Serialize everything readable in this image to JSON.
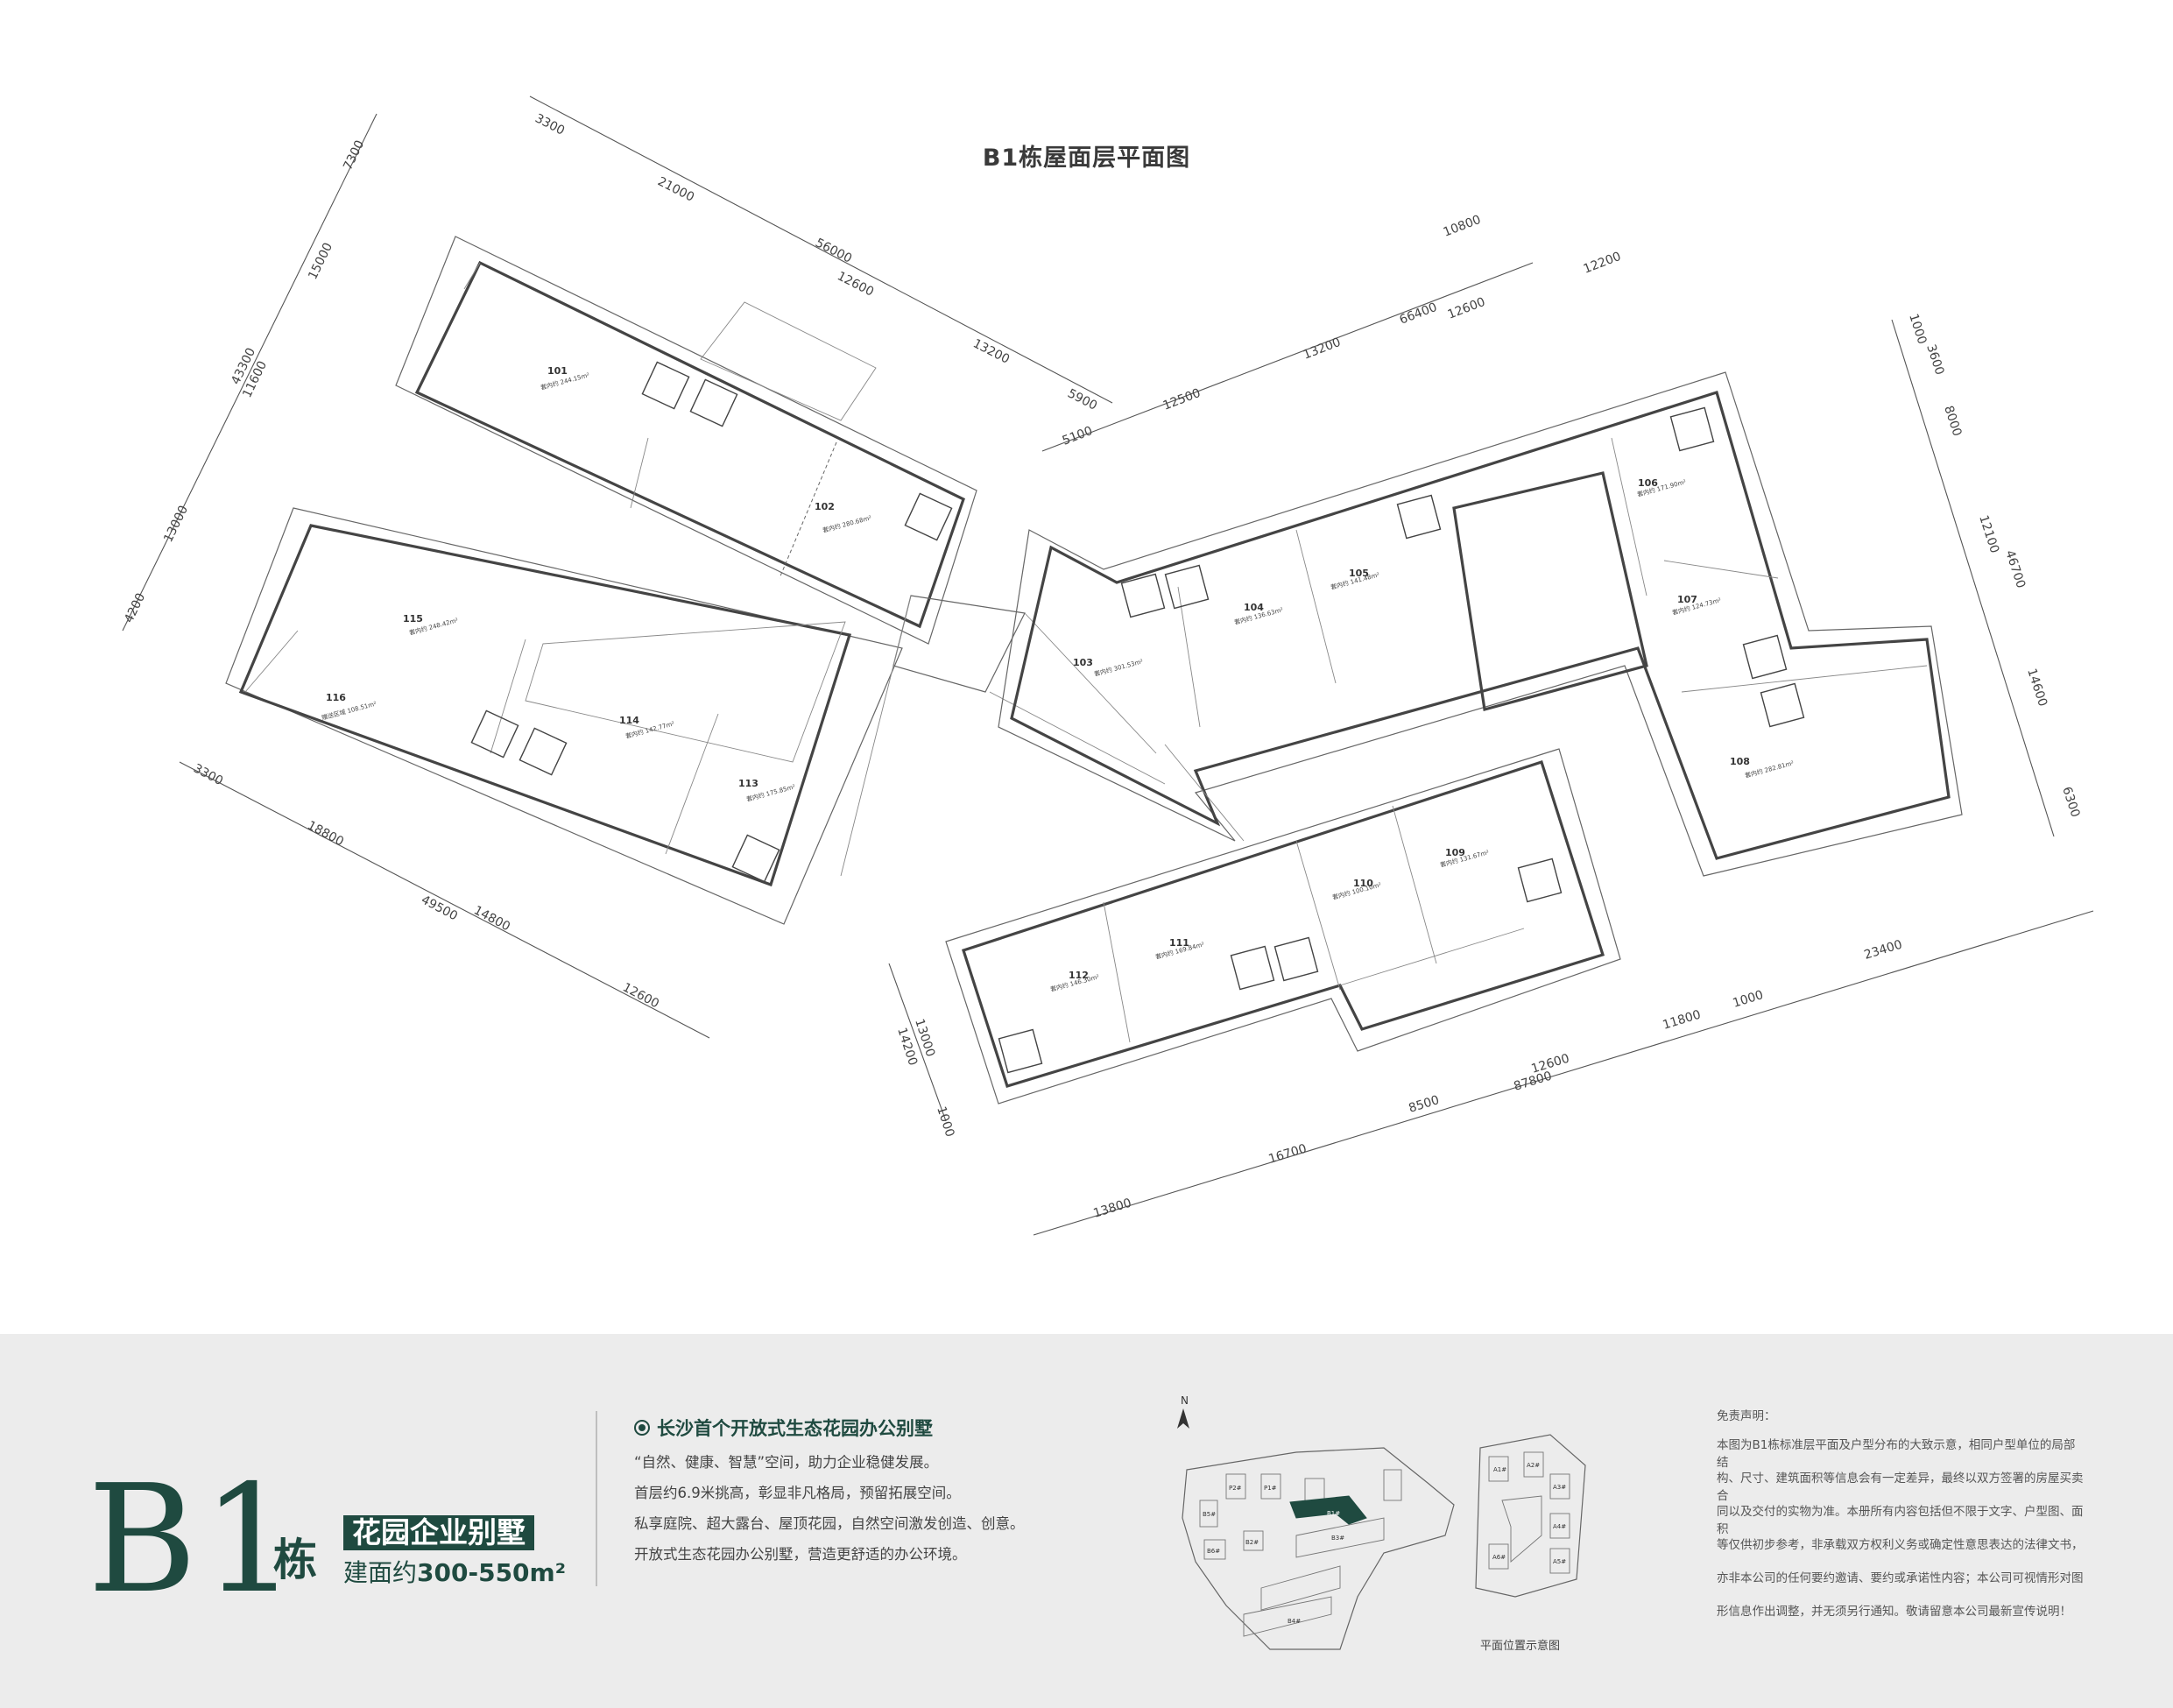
{
  "plan": {
    "title": "B1栋屋面层平面图",
    "rooms": [
      {
        "num": "101",
        "area": "套内约 244.15m²"
      },
      {
        "num": "102",
        "area": "套内约 280.68m²"
      },
      {
        "num": "103",
        "area": "套内约 301.53m²"
      },
      {
        "num": "104",
        "area": "套内约 136.63m²"
      },
      {
        "num": "105",
        "area": "套内约 141.48m²"
      },
      {
        "num": "106",
        "area": "套内约 171.90m²"
      },
      {
        "num": "107",
        "area": "套内约 124.73m²"
      },
      {
        "num": "108",
        "area": "套内约 282.81m²"
      },
      {
        "num": "109",
        "area": "套内约 131.67m²"
      },
      {
        "num": "110",
        "area": "套内约 100.10m²"
      },
      {
        "num": "111",
        "area": "套内约 169.84m²"
      },
      {
        "num": "112",
        "area": "套内约 146.30m²"
      },
      {
        "num": "113",
        "area": "套内约 175.85m²"
      },
      {
        "num": "114",
        "area": "套内约 142.77m²"
      },
      {
        "num": "115",
        "area": "套内约 248.42m²"
      },
      {
        "num": "116",
        "area": "赠送区域 108.51m²"
      }
    ],
    "dimensions": {
      "top_left": [
        "3300",
        "21000",
        "56000",
        "12600",
        "13200",
        "5900"
      ],
      "top_right": [
        "5100",
        "12500",
        "13200",
        "66400",
        "12600",
        "12200",
        "10800"
      ],
      "left": [
        "4200",
        "13000",
        "11600",
        "43300",
        "15000",
        "7300"
      ],
      "right": [
        "1000",
        "3600",
        "8000",
        "46700",
        "12100",
        "14600",
        "6300"
      ],
      "bottom_left": [
        "3300",
        "18800",
        "49500",
        "14800",
        "12600"
      ],
      "bottom_mid": [
        "1000",
        "13000",
        "14200"
      ],
      "bottom_right": [
        "13800",
        "16700",
        "8500",
        "87800",
        "12600",
        "11800",
        "1000",
        "23400"
      ]
    }
  },
  "footer": {
    "building_code": "B1",
    "building_suffix": "栋",
    "tag": "花园企业别墅",
    "area_label": "建面约",
    "area_value": "300-550m²",
    "headline": "长沙首个开放式生态花园办公别墅",
    "bullets": [
      "“自然、健康、智慧”空间，助力企业稳健发展。",
      "首层约6.9米挑高，彰显非凡格局，预留拓展空间。",
      "私享庭院、超大露台、屋顶花园，自然空间激发创造、创意。",
      "开放式生态花园办公别墅，营造更舒适的办公环境。"
    ],
    "location_map": {
      "north": "N",
      "caption": "平面位置示意图",
      "labels": [
        "B1#",
        "A1#",
        "A2#",
        "A3#",
        "A4#",
        "A5#",
        "A6#",
        "B2#",
        "B3#",
        "B4#",
        "B5#",
        "B6#",
        "P1#",
        "P2#"
      ]
    },
    "disclaimer": {
      "title": "免责声明：",
      "lines": [
        "本图为B1栋标准层平面及户型分布的大致示意，相同户型单位的局部结",
        "构、尺寸、建筑面积等信息会有一定差异，最终以双方签署的房屋买卖合",
        "同以及交付的实物为准。本册所有内容包括但不限于文字、户型图、面积",
        "等仅供初步参考，非承载双方权利义务或确定性意思表达的法律文书，",
        "亦非本公司的任何要约邀请、要约或承诺性内容；本公司可视情形对图",
        "形信息作出调整，并无须另行通知。敬请留意本公司最新宣传说明！"
      ]
    }
  }
}
